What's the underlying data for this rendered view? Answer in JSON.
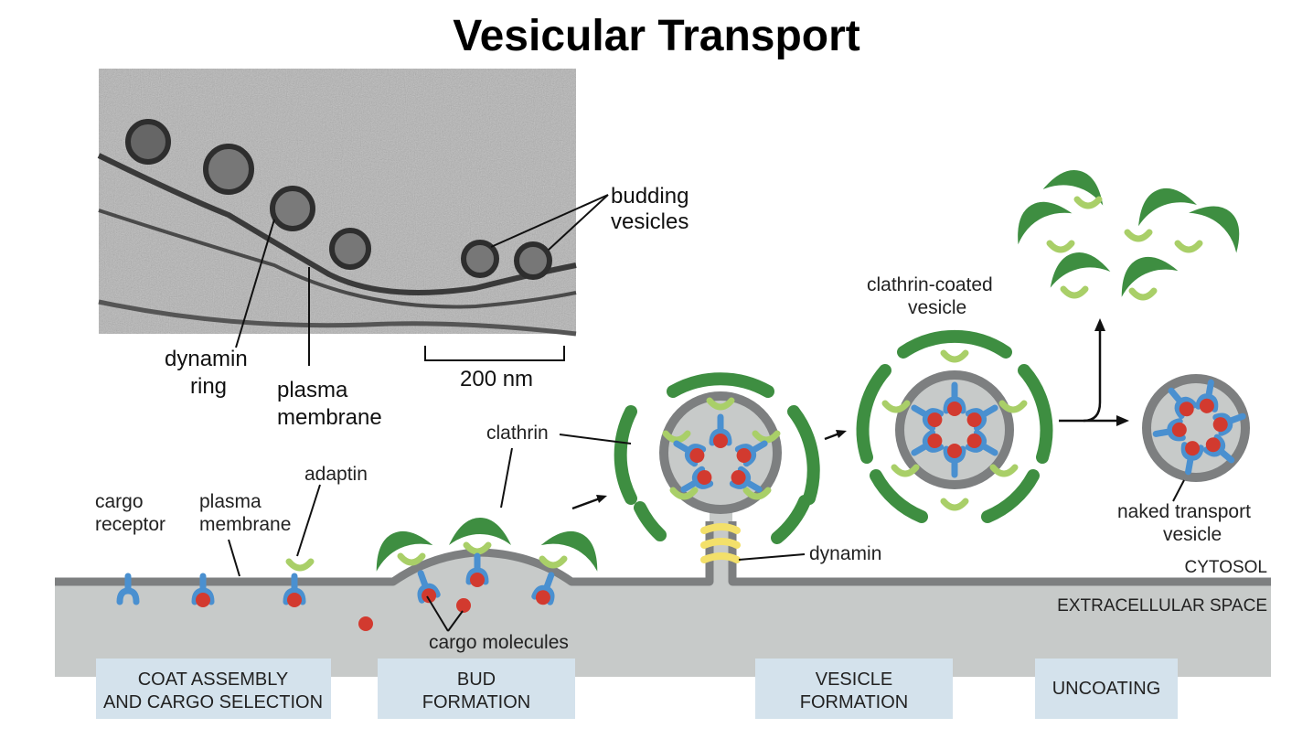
{
  "title": "Vesicular Transport",
  "micrograph": {
    "labels": {
      "budding_line1": "budding",
      "budding_line2": "vesicles",
      "dynamin_line1": "dynamin",
      "dynamin_line2": "ring",
      "plasma_line1": "plasma",
      "plasma_line2": "membrane",
      "scale": "200 nm"
    }
  },
  "diagram": {
    "labels": {
      "cargo_receptor_line1": "cargo",
      "cargo_receptor_line2": "receptor",
      "plasma_line1": "plasma",
      "plasma_line2": "membrane",
      "adaptin": "adaptin",
      "clathrin": "clathrin",
      "cargo_molecules": "cargo molecules",
      "dynamin": "dynamin",
      "coated_line1": "clathrin-coated",
      "coated_line2": "vesicle",
      "naked_line1": "naked transport",
      "naked_line2": "vesicle",
      "cytosol": "CYTOSOL",
      "extracellular": "EXTRACELLULAR SPACE"
    },
    "stages": [
      {
        "line1": "COAT ASSEMBLY",
        "line2": "AND CARGO SELECTION"
      },
      {
        "line1": "BUD",
        "line2": "FORMATION"
      },
      {
        "line1": "VESICLE",
        "line2": "FORMATION"
      },
      {
        "line1": "UNCOATING",
        "line2": ""
      }
    ]
  },
  "colors": {
    "clathrin": "#3e8e41",
    "adaptin": "#a9cf68",
    "receptor": "#4a90d0",
    "cargo": "#d23a2f",
    "membrane": "#7d7f80",
    "extracellular": "#c7cac9",
    "dynamin": "#f3e06a",
    "stage_box": "#d4e2ec"
  }
}
